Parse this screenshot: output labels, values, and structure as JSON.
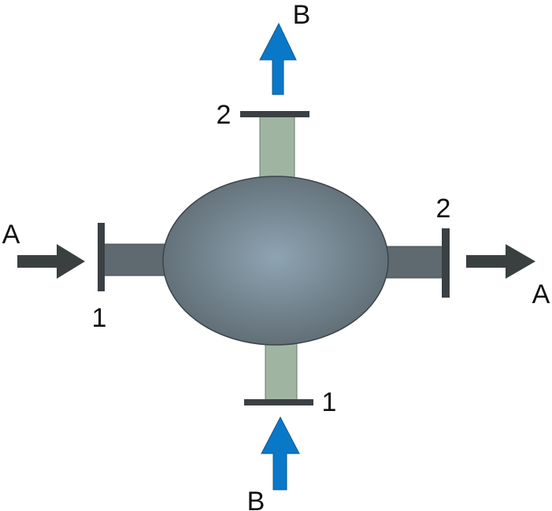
{
  "labels": {
    "stream_a": "A",
    "stream_b": "B",
    "port_1": "1",
    "port_2": "2"
  },
  "colors": {
    "background": "#ffffff",
    "vessel_center": "#8ea4b2",
    "vessel_edge": "#5f6c74",
    "vessel_stroke": "#3c444a",
    "pipe_a": "#5e6a70",
    "pipe_b": "#9fb5a2",
    "flange": "#3b4044",
    "arrow_a": "#3a4040",
    "arrow_b": "#0a78c8"
  },
  "icons": {
    "arrow_a_in": "arrow-right-icon",
    "arrow_a_out": "arrow-right-icon",
    "arrow_b_in": "arrow-up-icon",
    "arrow_b_out": "arrow-up-icon"
  }
}
